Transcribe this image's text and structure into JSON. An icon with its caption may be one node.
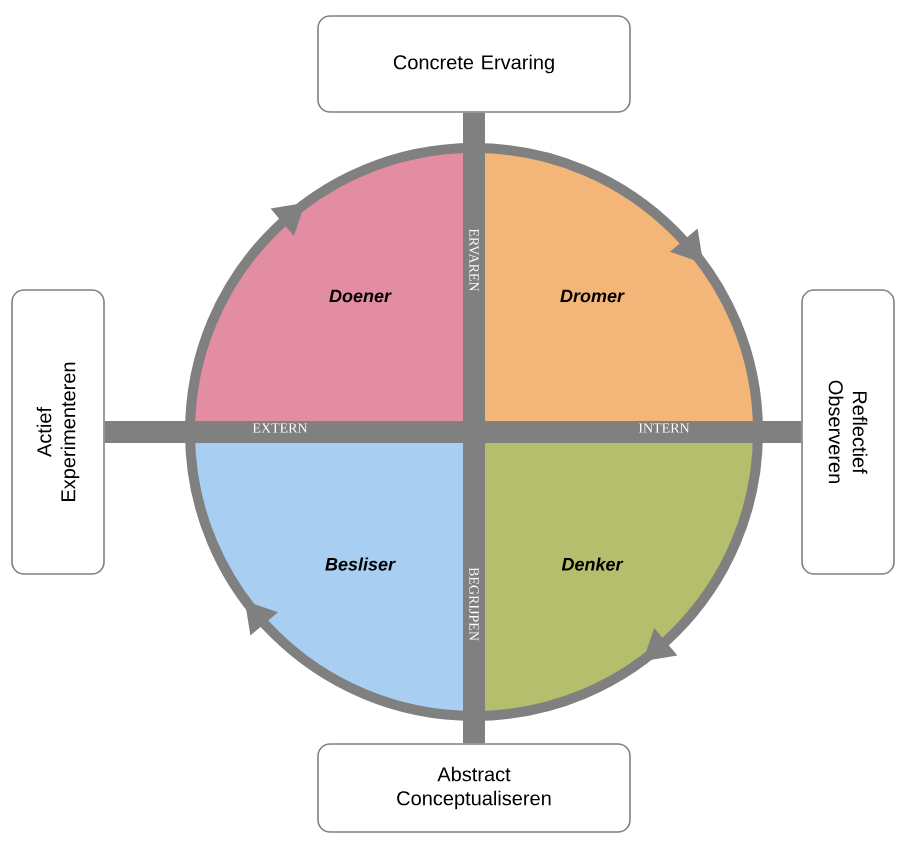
{
  "diagram": {
    "nodes": [
      {
        "text": [
          "Concrete Ervaring"
        ]
      },
      {
        "text": [
          "Actief Experimenteren"
        ]
      },
      {
        "text": [
          "Reflectief Observeren"
        ]
      },
      {
        "text": [
          "Doener"
        ]
      },
      {
        "text": [
          "Dromer"
        ]
      },
      {
        "text": [
          "Besliser"
        ]
      },
      {
        "text": [
          "Denker"
        ]
      },
      {
        "text": [
          "Abstract Conceptualiseren"
        ]
      }
    ],
    "edges": [
      {
        "from": 0,
        "to": 7,
        "arrow": "none"
      },
      {
        "from": 1,
        "to": 2,
        "arrow": "none"
      }
    ],
    "labels": [
      "ERVAREN",
      "EXTERN",
      "INTERN",
      "BEGRIJPEN"
    ]
  }
}
